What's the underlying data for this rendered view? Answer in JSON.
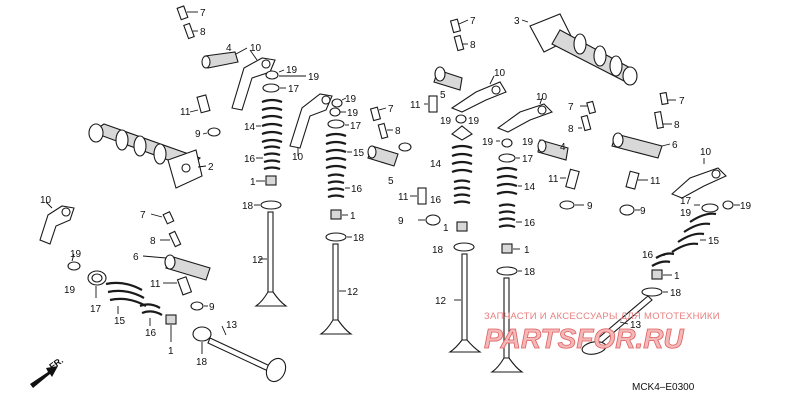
{
  "diagram": {
    "part_code": "MCK4–E0300",
    "direction_label": "FR.",
    "callouts": [
      "1",
      "2",
      "3",
      "4",
      "5",
      "6",
      "7",
      "8",
      "9",
      "10",
      "11",
      "12",
      "13",
      "14",
      "15",
      "16",
      "17",
      "18",
      "19"
    ],
    "watermark": {
      "caption": "ЗАПЧАСТИ И АКСЕССУАРЫ ДЛЯ МОТОТЕХНИКИ",
      "logo_text": "PARTSFOR.RU"
    }
  }
}
